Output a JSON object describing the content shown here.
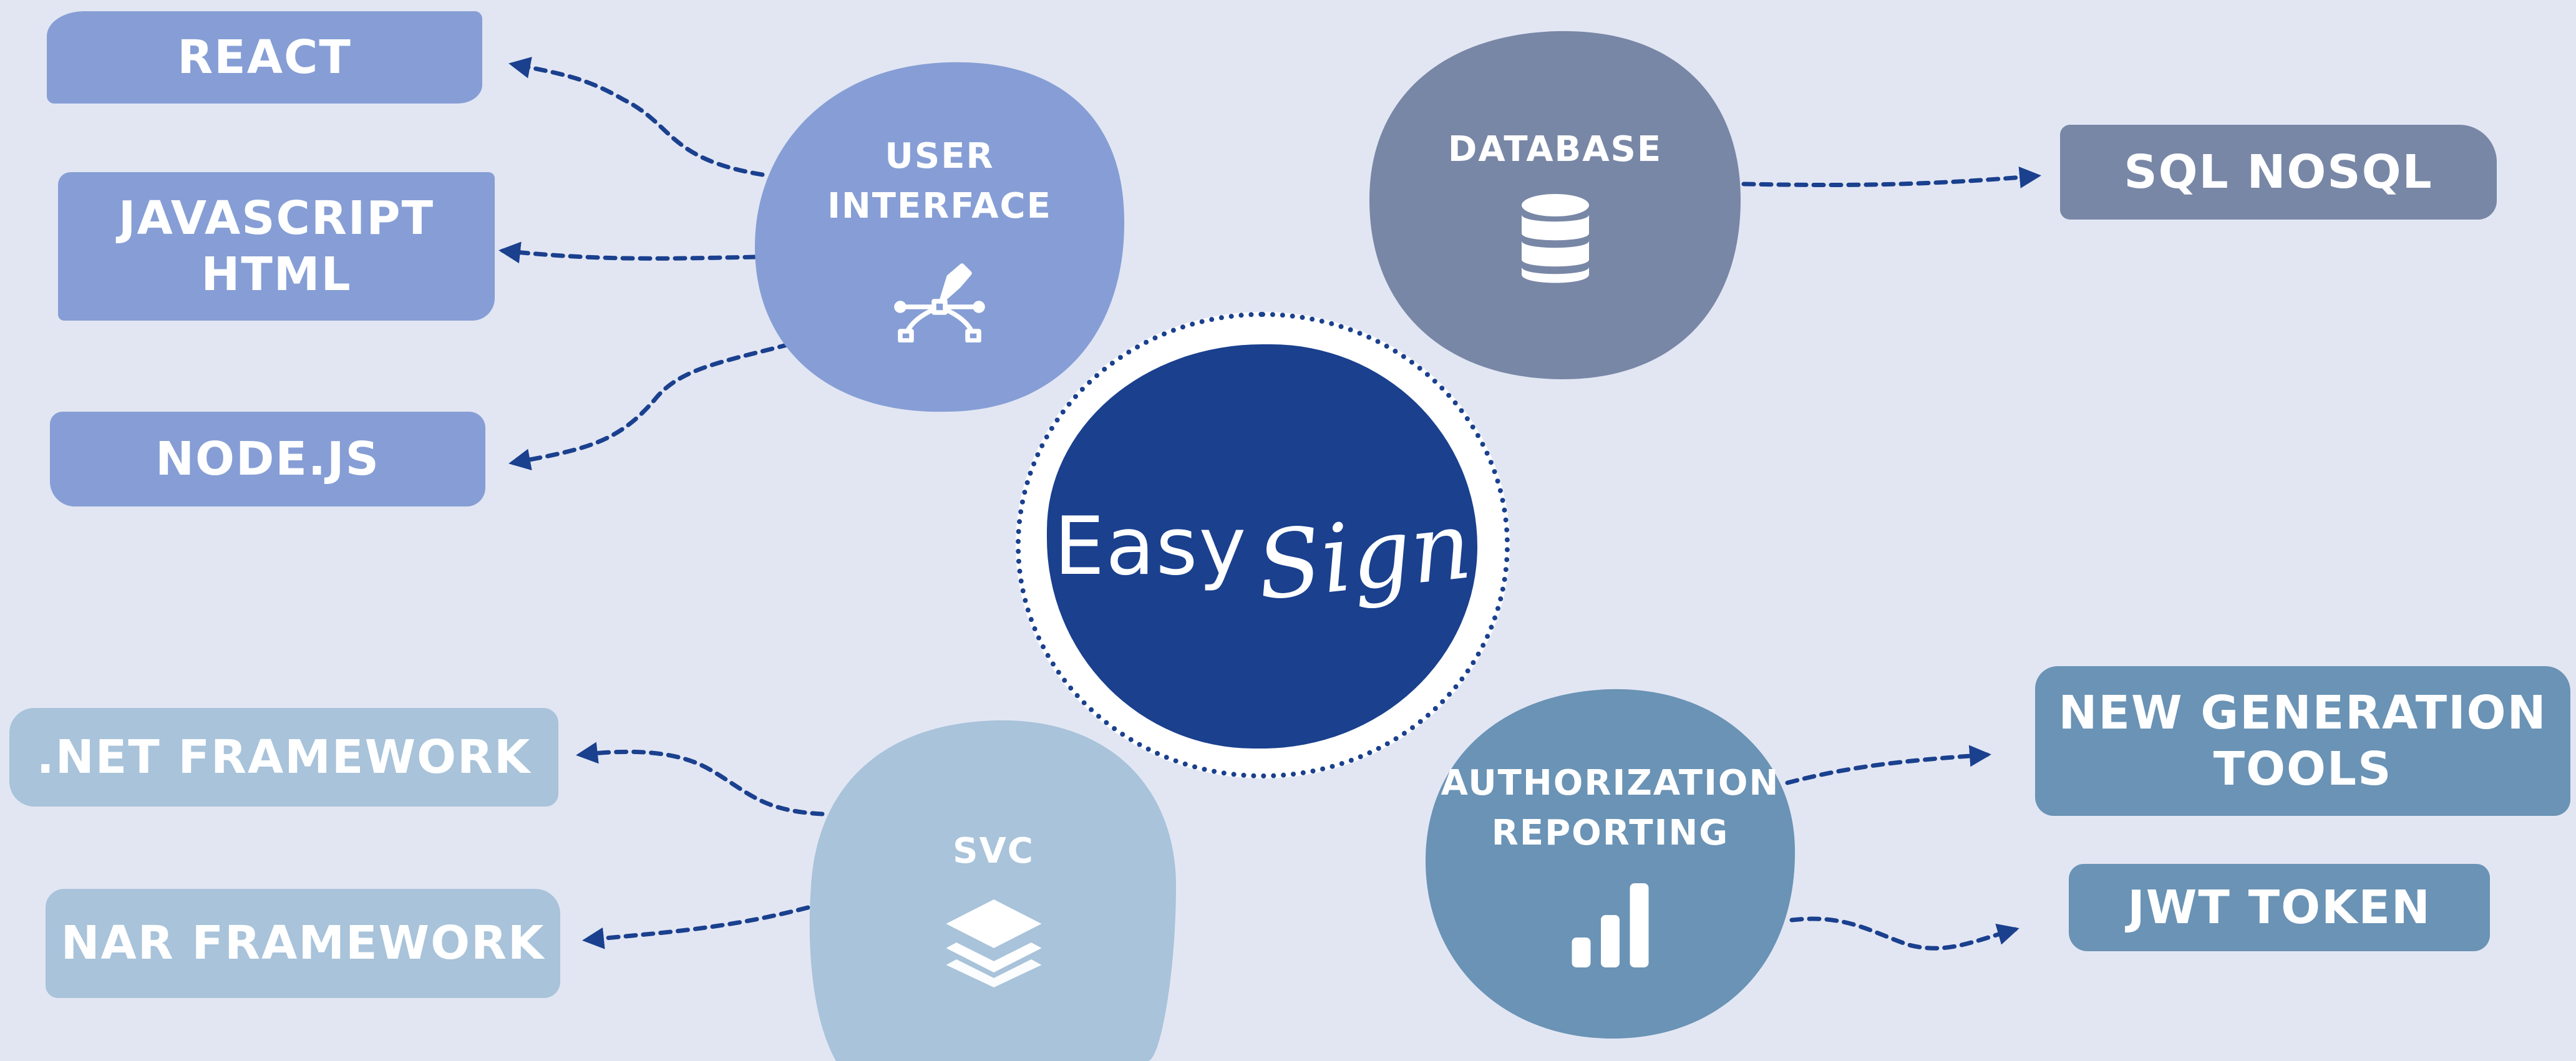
{
  "center": {
    "brand_part1": "Easy",
    "brand_part2": "Sign"
  },
  "nodes": {
    "user_interface": {
      "label": "USER\nINTERFACE",
      "icon": "pen-tool-icon",
      "color": "#869ed5"
    },
    "database": {
      "label": "DATABASE",
      "icon": "database-icon",
      "color": "#7887a6"
    },
    "svc": {
      "label": "SVC",
      "icon": "layers-icon",
      "color": "#a8c3da"
    },
    "authorization": {
      "label": "AUTHORIZATION\nREPORTING",
      "icon": "bar-chart-icon",
      "color": "#6a93b5"
    }
  },
  "tags": {
    "react": "REACT",
    "javascript_html": "JAVASCRIPT\nHTML",
    "nodejs": "NODE.JS",
    "sql_nosql": "SQL NOSQL",
    "net_framework": ".NET FRAMEWORK",
    "nar_framework": "NAR FRAMEWORK",
    "new_generation_tools": "NEW GENERATION\nTOOLS",
    "jwt_token": "JWT TOKEN"
  },
  "colors": {
    "background": "#e2e6f3",
    "hub": "#1a408e",
    "connector": "#1a408e"
  }
}
